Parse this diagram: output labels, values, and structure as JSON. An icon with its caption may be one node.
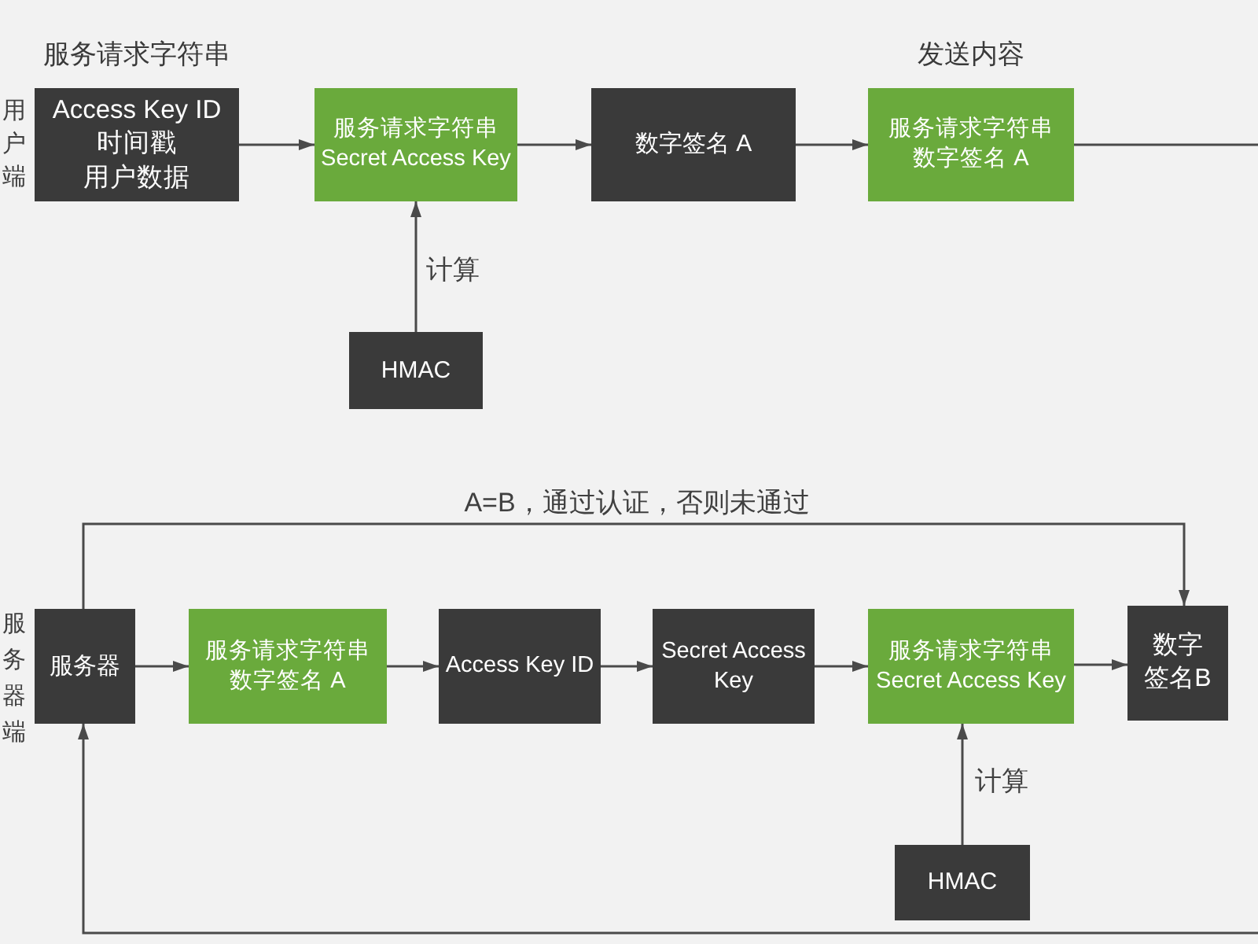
{
  "diagram": {
    "nodes": [
      {
        "text": [
          "服务请求字符串",
          "Access Key ID",
          "时间戳",
          "用户数据"
        ]
      },
      {
        "text": [
          "服务请求字符串",
          "Secret Access Key"
        ]
      },
      {
        "text": [
          "HMAC"
        ]
      },
      {
        "text": [
          "数字签名 A"
        ]
      },
      {
        "text": [
          "发送内容",
          "服务请求字符串",
          "数字签名 A"
        ]
      },
      {
        "text": [
          "服务器"
        ]
      },
      {
        "text": [
          "服务请求字符串",
          "数字签名 A"
        ]
      },
      {
        "text": [
          "Access Key ID"
        ]
      },
      {
        "text": [
          "Secret Access Key"
        ]
      },
      {
        "text": [
          "服务请求字符串",
          "Secret Access Key"
        ]
      },
      {
        "text": [
          "数字签名B"
        ]
      },
      {
        "text": [
          "HMAC"
        ]
      }
    ],
    "edges": [
      {
        "from": 0,
        "to": 1,
        "arrow": "to"
      },
      {
        "from": 2,
        "to": 1,
        "arrow": "to",
        "label": "计算"
      },
      {
        "from": 1,
        "to": 3,
        "arrow": "to"
      },
      {
        "from": 3,
        "to": 4,
        "arrow": "to"
      },
      {
        "from": 4,
        "to": null,
        "arrow": "none"
      },
      {
        "from": 5,
        "to": 10,
        "arrow": "to",
        "label": "A=B，通过认证，否则未通过"
      },
      {
        "from": 5,
        "to": 6,
        "arrow": "to"
      },
      {
        "from": 6,
        "to": 7,
        "arrow": "to"
      },
      {
        "from": 7,
        "to": 8,
        "arrow": "to"
      },
      {
        "from": 8,
        "to": 9,
        "arrow": "to"
      },
      {
        "from": 11,
        "to": 9,
        "arrow": "to",
        "label": "计算"
      },
      {
        "from": 9,
        "to": 10,
        "arrow": "to"
      },
      {
        "from": null,
        "to": 5,
        "arrow": "to"
      }
    ],
    "labels": [
      "用户端",
      "服务器端"
    ]
  }
}
